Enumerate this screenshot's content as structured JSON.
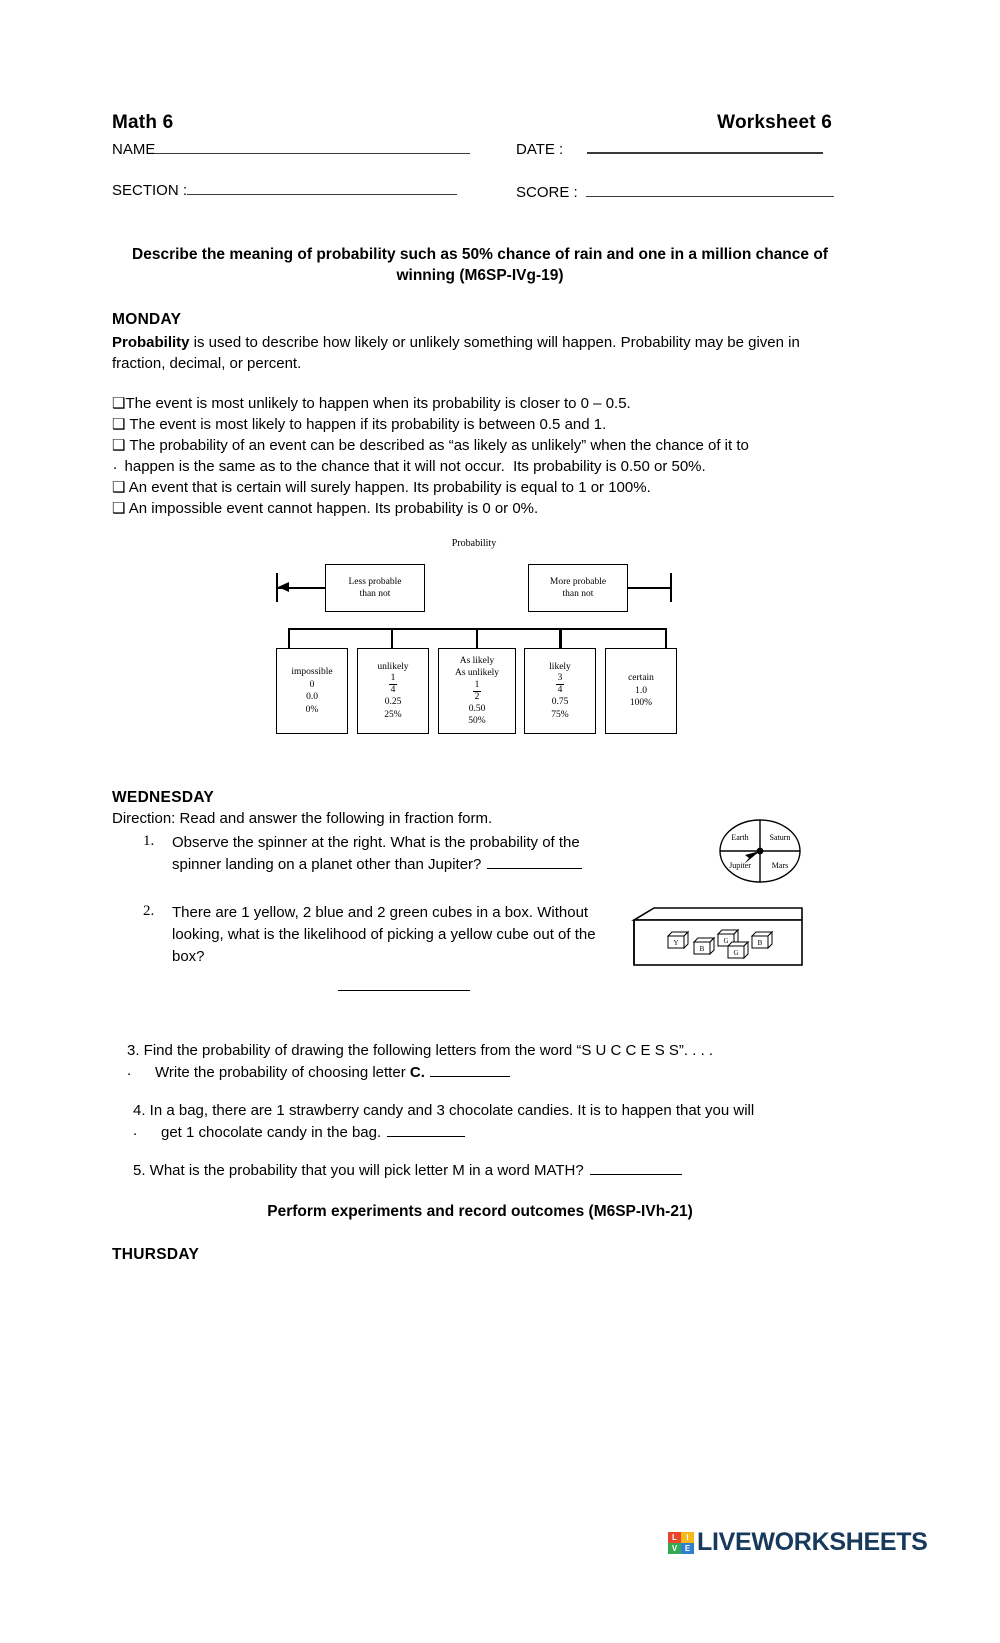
{
  "header": {
    "subject": "Math 6",
    "worksheet": "Worksheet 6",
    "name_label": "NAME",
    "date_label": "DATE :",
    "section_label": "SECTION :",
    "score_label": "SCORE :",
    "name_value": "",
    "date_value": "",
    "section_value": "",
    "score_value": ""
  },
  "competency_1": "Describe the meaning of probability such as 50% chance of rain and one in a million chance of winning (M6SP-IVg-19)",
  "competency_2": "Perform experiments and record outcomes (M6SP-IVh-21)",
  "days": {
    "monday": "MONDAY",
    "wednesday": "WEDNESDAY",
    "thursday": "THURSDAY"
  },
  "monday": {
    "intro_bold": "Probability",
    "intro_rest": " is used to describe how likely or unlikely something will happen. Probability may be given in fraction, decimal, or percent.",
    "bullets": [
      "❑The event is most unlikely to happen when its probability is closer to 0 – 0.5.",
      "❑ The event is most likely to happen if its probability is between 0.5 and 1.",
      "❑ The probability of an event can be described as “as likely as unlikely” when the chance of it to",
      "   happen is the same as to the chance that it will not occur.  Its probability is 0.50 or 50%.",
      "❑ An event that is certain will surely happen. Its probability is equal to 1 or 100%.",
      "❑ An impossible event cannot happen. Its probability is 0 or 0%."
    ],
    "stray_dot": "."
  },
  "diagram": {
    "title": "Probability",
    "left_box": "Less probable\nthan not",
    "right_box": "More probable\nthan not",
    "leaves": [
      {
        "label": "impossible",
        "fraction_num": "",
        "fraction_den": "",
        "whole": "0",
        "decimal": "0.0",
        "percent": "0%"
      },
      {
        "label": "unlikely",
        "fraction_num": "1",
        "fraction_den": "4",
        "whole": "",
        "decimal": "0.25",
        "percent": "25%"
      },
      {
        "label": "As likely\nAs unlikely",
        "fraction_num": "1",
        "fraction_den": "2",
        "whole": "",
        "decimal": "0.50",
        "percent": "50%"
      },
      {
        "label": "likely",
        "fraction_num": "3",
        "fraction_den": "4",
        "whole": "",
        "decimal": "0.75",
        "percent": "75%"
      },
      {
        "label": "certain",
        "fraction_num": "",
        "fraction_den": "",
        "whole": "1.0",
        "decimal": "100%",
        "percent": ""
      }
    ]
  },
  "wednesday": {
    "direction": "Direction: Read and answer the following in fraction form.",
    "q1_num": "1.",
    "q1_text": "Observe the spinner at the right. What is the probability of the  spinner landing on a planet other than Jupiter?",
    "q2_num": "2.",
    "q2_text": "There are 1 yellow, 2 blue and 2 green cubes in a box. Without looking, what is the likelihood of picking a yellow cube out of the box?",
    "q3_line1": "3. Find the probability of drawing the following letters from the word “S U C C E S S”.  .      .  .",
    "q3_line2": "Write the probability of choosing letter  ",
    "q3_letter": "C.",
    "q4_line1": "4. In a bag, there are 1 strawberry candy and 3 chocolate candies. It is to happen that you will",
    "q4_line2": "get 1 chocolate candy in the bag.",
    "q5_text": "5. What is the probability that you will pick letter M in a word MATH?"
  },
  "spinner": {
    "labels": [
      "Earth",
      "Saturn",
      "Jupiter",
      "Mars"
    ]
  },
  "cubes": {
    "labels": [
      "Y",
      "B",
      "G",
      "G",
      "B"
    ]
  },
  "footer": {
    "logo_cells": [
      "L",
      "I",
      "V",
      "E"
    ],
    "logo_text": "LIVEWORKSHEETS",
    "colors": {
      "l": "#e8452c",
      "i": "#f5b719",
      "v": "#34a853",
      "e": "#2f7fd1",
      "text": "#16395c"
    }
  }
}
